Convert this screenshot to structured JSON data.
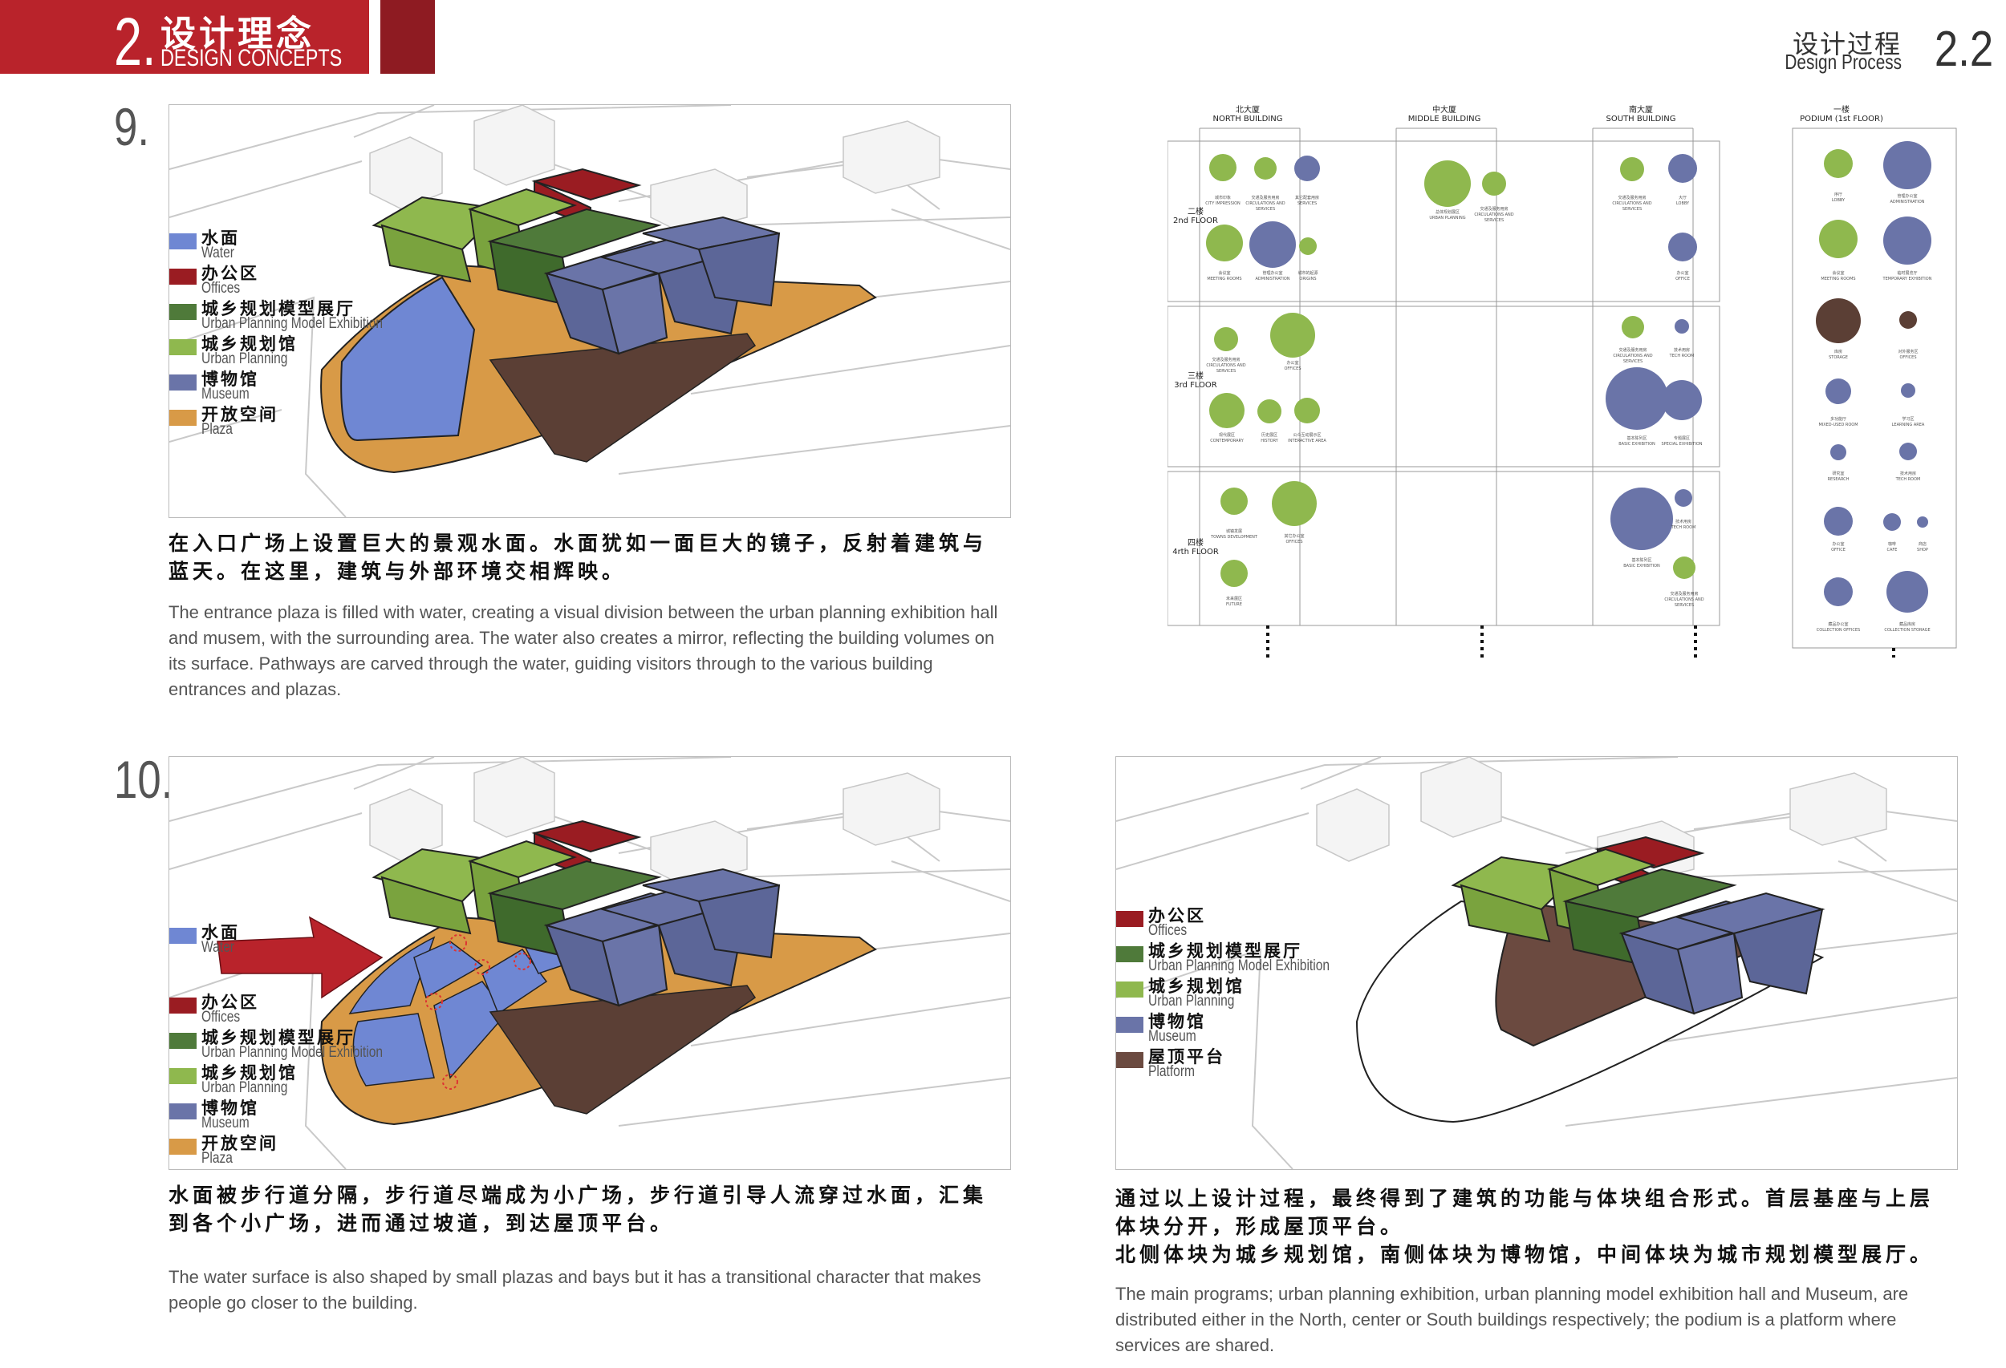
{
  "header": {
    "number": "2.",
    "title_cn": "设计理念",
    "title_en": "DESIGN CONCEPTS",
    "right_title_cn": "设计过程",
    "right_title_en": "Design Process",
    "right_number": "2.2"
  },
  "colors": {
    "water": "#6f87d3",
    "offices": "#9a1c22",
    "model_exhibition": "#4f7a3a",
    "urban_planning": "#8fb84e",
    "museum": "#6a74a8",
    "plaza": "#d89a47",
    "platform": "#6b4a40"
  },
  "step9": {
    "number": "9.",
    "legend": [
      {
        "cn": "水面",
        "en": "Water",
        "color": "#6f87d3"
      },
      {
        "cn": "办公区",
        "en": "Offices",
        "color": "#9a1c22"
      },
      {
        "cn": "城乡规划模型展厅",
        "en": "Urban Planning Model Exhibition",
        "color": "#4f7a3a"
      },
      {
        "cn": "城乡规划馆",
        "en": "Urban Planning",
        "color": "#8fb84e"
      },
      {
        "cn": "博物馆",
        "en": "Museum",
        "color": "#6a74a8"
      },
      {
        "cn": "开放空间",
        "en": "Plaza",
        "color": "#d89a47"
      }
    ],
    "text_cn_1": "在入口广场上设置巨大的景观水面。水面犹如一面巨大的镜子，反射着建筑与",
    "text_cn_2": "蓝天。在这里，建筑与外部环境交相辉映。",
    "text_en": "The entrance plaza is filled with water, creating a visual  division between the urban planning exhibition hall and musem, with the surrounding area. The water also creates a mirror, reflecting the building volumes on its surface. Pathways are carved through the water, guiding visitors through to the various building entrances and plazas."
  },
  "step10": {
    "number": "10.",
    "legend_water": {
      "cn": "水面",
      "en": "Water",
      "color": "#6f87d3"
    },
    "legend": [
      {
        "cn": "办公区",
        "en": "Offices",
        "color": "#9a1c22"
      },
      {
        "cn": "城乡规划模型展厅",
        "en": "Urban Planning Model Exhibition",
        "color": "#4f7a3a"
      },
      {
        "cn": "城乡规划馆",
        "en": "Urban Planning",
        "color": "#8fb84e"
      },
      {
        "cn": "博物馆",
        "en": "Museum",
        "color": "#6a74a8"
      },
      {
        "cn": "开放空间",
        "en": "Plaza",
        "color": "#d89a47"
      }
    ],
    "text_cn_1": "水面被步行道分隔，步行道尽端成为小广场，步行道引导人流穿过水面，汇集",
    "text_cn_2": "到各个小广场，进而通过坡道，到达屋顶平台。",
    "text_en": "The water surface is also shaped by small plazas and bays but it has a transitional character that makes people go closer to the building."
  },
  "final": {
    "legend": [
      {
        "cn": "办公区",
        "en": "Offices",
        "color": "#9a1c22"
      },
      {
        "cn": "城乡规划模型展厅",
        "en": "Urban Planning Model Exhibition",
        "color": "#4f7a3a"
      },
      {
        "cn": "城乡规划馆",
        "en": "Urban Planning",
        "color": "#8fb84e"
      },
      {
        "cn": "博物馆",
        "en": "Museum",
        "color": "#6a74a8"
      },
      {
        "cn": "屋顶平台",
        "en": "Platform",
        "color": "#6b4a40"
      }
    ],
    "text_cn_1": "通过以上设计过程，最终得到了建筑的功能与体块组合形式。首层基座与上层",
    "text_cn_2": "体块分开，形成屋顶平台。",
    "text_cn_3": "北侧体块为城乡规划馆，南侧体块为博物馆，中间体块为城市规划模型展厅。",
    "text_en": "The main programs; urban planning exhibition, urban planning model exhibition hall and Museum, are distributed either in the North, center or South buildings respectively; the podium is a platform where services are shared."
  },
  "program": {
    "columns": [
      {
        "cn": "北大厦",
        "en": "NORTH BUILDING"
      },
      {
        "cn": "中大厦",
        "en": "MIDDLE BUILDING"
      },
      {
        "cn": "南大厦",
        "en": "SOUTH BUILDING"
      },
      {
        "cn": "一楼",
        "en": "PODIUM (1st FLOOR)"
      }
    ],
    "rows": [
      {
        "cn": "二楼",
        "en": "2nd FLOOR"
      },
      {
        "cn": "三楼",
        "en": "3rd FLOOR"
      },
      {
        "cn": "四楼",
        "en": "4rth FLOOR"
      }
    ],
    "labels": {
      "n2a": "城市印象",
      "n2a_en": "CITY IMPRESSION",
      "n2b": "交通及服务用房",
      "n2b_en": "CIRCULATIONS AND SERVICES",
      "n2c": "其它配套用房",
      "n2c_en": "SERVICES",
      "n2d": "会议室",
      "n2d_en": "MEETING ROOMS",
      "n2e": "管理办公室",
      "n2e_en": "ADMINISTRATION",
      "n2f": "城市的起源",
      "n2f_en": "ORIGINS",
      "m2a": "总体规划展区",
      "m2a_en": "URBAN PLANNING",
      "m2b": "交通及服务用房",
      "m2b_en": "CIRCULATIONS AND SERVICES",
      "s2a": "交通及服务用房",
      "s2a_en": "CIRCULATIONS AND SERVICES",
      "s2b": "大厅",
      "s2b_en": "LOBBY",
      "s2c": "办公室",
      "s2c_en": "OFFICE",
      "n3a": "交通及服务用房",
      "n3a_en": "CIRCULATIONS AND SERVICES",
      "n3b": "办公室",
      "n3b_en": "OFFICES",
      "n3c": "现代展区",
      "n3c_en": "CONTEMPORARY",
      "n3d": "历史展区",
      "n3d_en": "HISTORY",
      "n3e": "公众互动展示区",
      "n3e_en": "INTERACTIVE AREA",
      "s3a": "交通及服务用房",
      "s3a_en": "CIRCULATIONS AND SERVICES",
      "s3b": "技术用房",
      "s3b_en": "TECH ROOM",
      "s3c": "基本陈列区",
      "s3c_en": "BASIC EXHIBITION",
      "s3d": "专题展区",
      "s3d_en": "SPECIAL EXHIBITION",
      "n4a": "城镇发展",
      "n4a_en": "TOWNS DEVELOPMENT",
      "n4b": "其它办公室",
      "n4b_en": "OFFICES",
      "n4c": "未来展区",
      "n4c_en": "FUTURE",
      "s4a": "基本陈列区",
      "s4a_en": "BASIC EXHIBITION",
      "s4b": "技术用房",
      "s4b_en": "TECH ROOM",
      "s4c": "交通及服务用房",
      "s4c_en": "CIRCULATIONS AND SERVICES",
      "p1": "序厅",
      "p1_en": "LOBBY",
      "p2": "管理办公室",
      "p2_en": "ADMINISTRATION",
      "p3": "会议室",
      "p3_en": "MEETING ROOMS",
      "p4": "临时展览厅",
      "p4_en": "TEMPORARY EXHIBITION",
      "p5": "库房",
      "p5_en": "STORAGE",
      "p6": "对外服务区",
      "p6_en": "OFFICES",
      "p7": "多功能厅",
      "p7_en": "MIXED-USED ROOM",
      "p8": "学习区",
      "p8_en": "LEARNING AREA",
      "p9": "研究室",
      "p9_en": "RESEARCH",
      "p10": "技术用房",
      "p10_en": "TECH ROOM",
      "p11": "办公室",
      "p11_en": "OFFICE",
      "p12": "咖啡",
      "p12_en": "CAFE",
      "p13": "商店",
      "p13_en": "SHOP",
      "p14": "藏品办公室",
      "p14_en": "COLLECTION OFFICES",
      "p15": "藏品库房",
      "p15_en": "COLLECTION STORAGE"
    }
  }
}
